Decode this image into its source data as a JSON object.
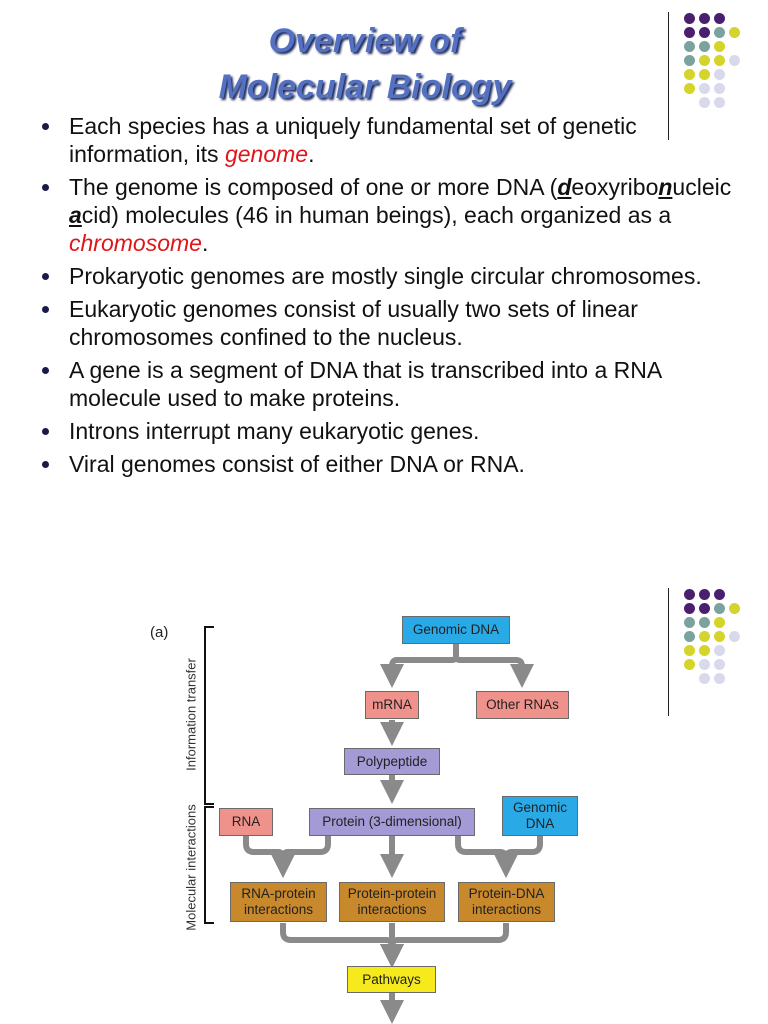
{
  "slide1": {
    "title_line1": "Overview of",
    "title_line2": "Molecular Biology",
    "bullets": [
      {
        "parts": [
          "Each species has a uniquely fundamental set of genetic information, its ",
          "genome",
          "."
        ]
      },
      {
        "parts": [
          "The genome is composed of one or more DNA (",
          "d",
          "eoxyribo",
          "n",
          "ucleic ",
          "a",
          "cid) molecules (46 in human beings), each organized as a ",
          "chromosome",
          "."
        ]
      },
      {
        "text": "Prokaryotic genomes are mostly single circular chromosomes."
      },
      {
        "text": "Eukaryotic genomes consist of usually two sets of linear chromosomes confined to the nucleus."
      },
      {
        "text": "A gene is a segment of DNA that is transcribed into a RNA molecule used to make proteins."
      },
      {
        "text": "Introns interrupt many eukaryotic genes."
      },
      {
        "text": "Viral genomes consist of either DNA or RNA."
      }
    ]
  },
  "slide2": {
    "panel_label": "(a)",
    "side_labels": {
      "information_transfer": "Information transfer",
      "molecular_interactions": "Molecular interactions"
    },
    "nodes": {
      "genomic_dna_top": "Genomic DNA",
      "mrna": "mRNA",
      "other_rnas": "Other RNAs",
      "polypeptide": "Polypeptide",
      "rna": "RNA",
      "protein_3d": "Protein (3-dimensional)",
      "genomic_dna_right_1": "Genomic",
      "genomic_dna_right_2": "DNA",
      "rna_protein_1": "RNA-protein",
      "rna_protein_2": "interactions",
      "protein_protein_1": "Protein-protein",
      "protein_protein_2": "interactions",
      "protein_dna_1": "Protein-DNA",
      "protein_dna_2": "interactions",
      "pathways": "Pathways"
    }
  },
  "colors": {
    "title": "#5470c0",
    "emphasis_red": "#e0151b",
    "dot_purple": "#4b1f6f",
    "dot_teal": "#7aa3a0",
    "dot_yellow": "#d4d42a",
    "dot_lavender": "#d9d9ec",
    "node_blue": "#29a9e6",
    "node_salmon": "#f0928c",
    "node_purple": "#a49ad6",
    "node_orange": "#c8882c",
    "node_yellow": "#f7ea1c",
    "arrow_gray": "#8a8a8a"
  }
}
